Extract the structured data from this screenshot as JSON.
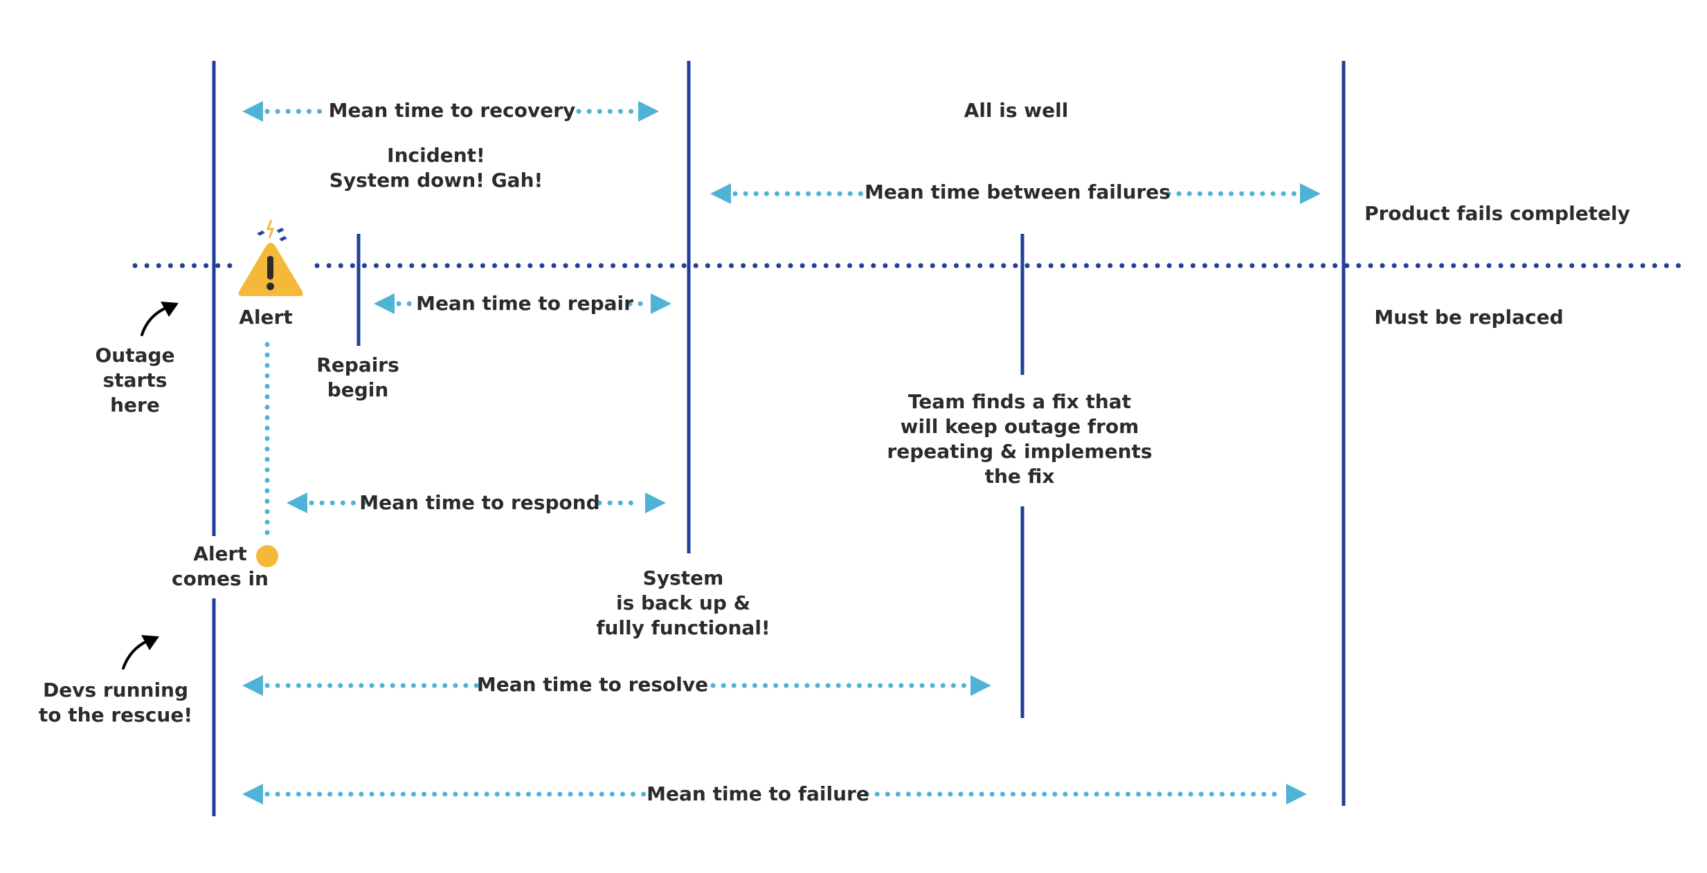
{
  "colors": {
    "line": "#1f3f99",
    "dotted_arrow": "#4fb3d6",
    "alert_fill": "#f5b93a",
    "text": "#2b2b2b",
    "pointer": "#000000"
  },
  "icons": {
    "alert": "warning-triangle-icon",
    "alert_in": "yellow-dot-icon",
    "pointer": "curved-arrow-icon"
  },
  "labels": {
    "all_is_well": "All is well",
    "incident": "Incident!\nSystem down! Gah!",
    "product_fails": "Product fails completely",
    "must_replace": "Must be replaced",
    "alert": "Alert",
    "outage_starts": "Outage\nstarts\nhere",
    "repairs_begin": "Repairs\nbegin",
    "team_fix": "Team finds a fix that\nwill keep outage from\nrepeating & implements\nthe fix",
    "alert_comes_in": "Alert\ncomes in",
    "system_back": "System\nis back up &\nfully functional!",
    "devs_rescue": "Devs running\nto the rescue!"
  },
  "metrics": {
    "recovery": "Mean time to recovery",
    "between_failures": "Mean time between failures",
    "repair": "Mean time to repair",
    "respond": "Mean time to respond",
    "resolve": "Mean time to resolve",
    "failure": "Mean time to failure"
  }
}
